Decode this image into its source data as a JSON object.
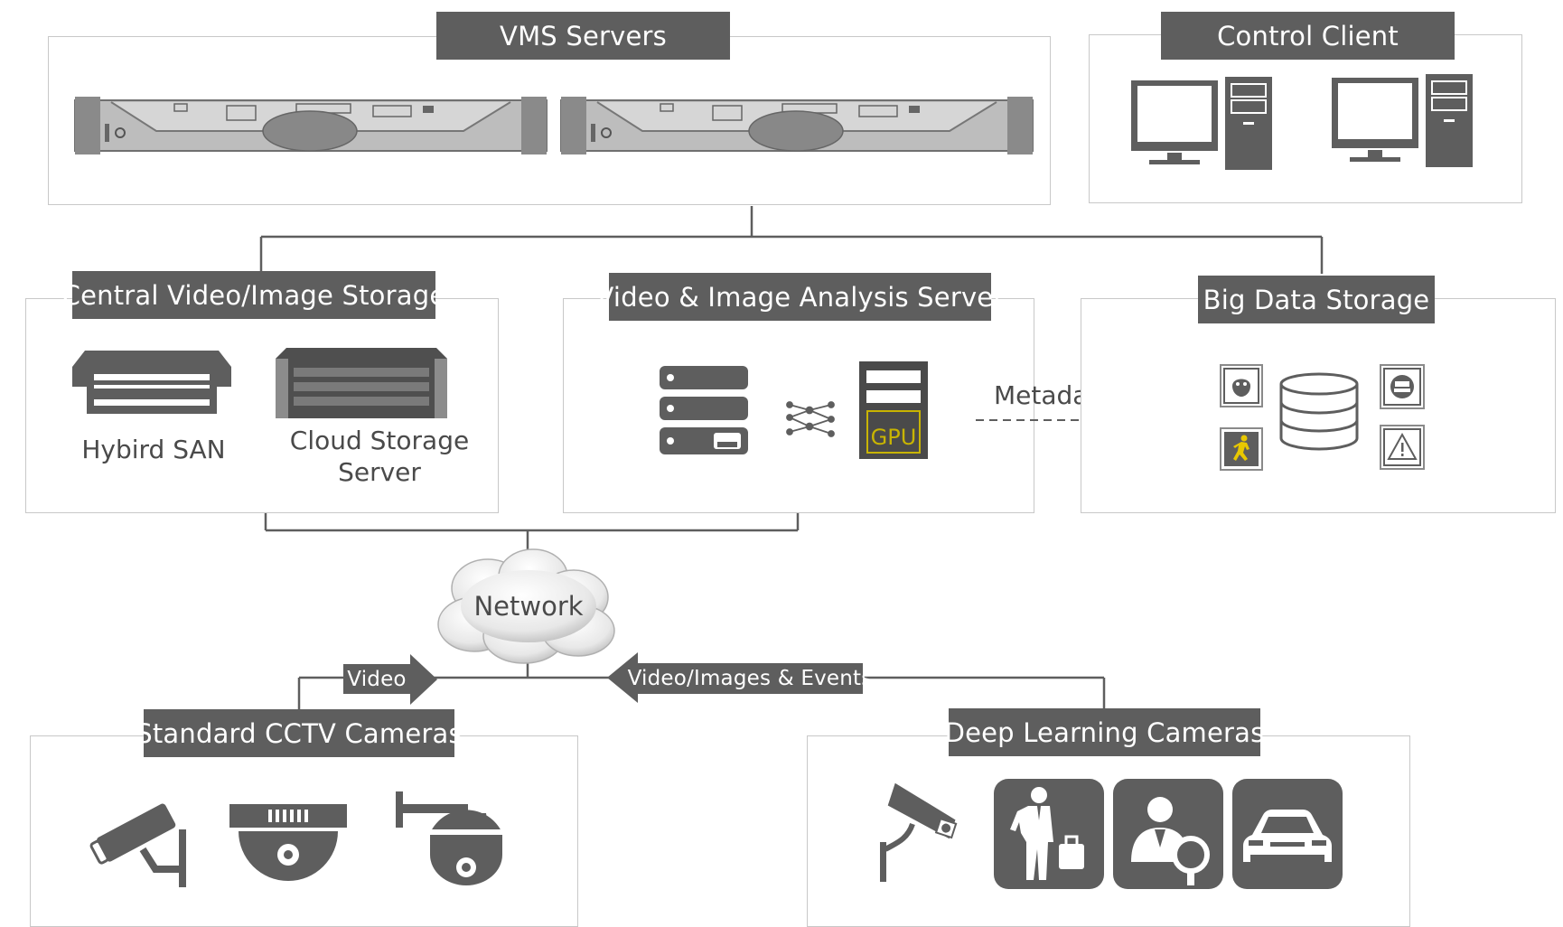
{
  "sections": {
    "vms_servers": "VMS Servers",
    "control_client": "Control Client",
    "central_storage": "Central Video/Image Storage",
    "analysis_server": "Video & Image Analysis Server",
    "big_data": "Big Data Storage",
    "standard_cctv": "Standard CCTV Cameras",
    "deep_learning": "Deep Learning Cameras"
  },
  "labels": {
    "hybird_san": "Hybird SAN",
    "cloud_storage_line1": "Cloud Storage",
    "cloud_storage_line2": "Server",
    "gpu": "GPU",
    "metadata": "Metadata",
    "network": "Network",
    "video": "Video",
    "video_images_events": "Video/Images & Events"
  },
  "colors": {
    "dark_gray": "#5e5e5e",
    "border_gray": "#c8c8c8",
    "gpu_yellow": "#c8b400",
    "walk_yellow": "#e8c800"
  },
  "icons": [
    "rack-server-icon",
    "desktop-computer-icon",
    "nas-storage-icon",
    "storage-array-icon",
    "server-stack-icon",
    "neural-network-icon",
    "gpu-server-icon",
    "database-icon",
    "face-icon",
    "vehicle-icon",
    "walking-person-icon",
    "warning-icon",
    "cloud-icon",
    "bullet-camera-icon",
    "dome-camera-icon",
    "ptz-camera-icon",
    "person-luggage-icon",
    "person-search-icon",
    "car-icon"
  ]
}
